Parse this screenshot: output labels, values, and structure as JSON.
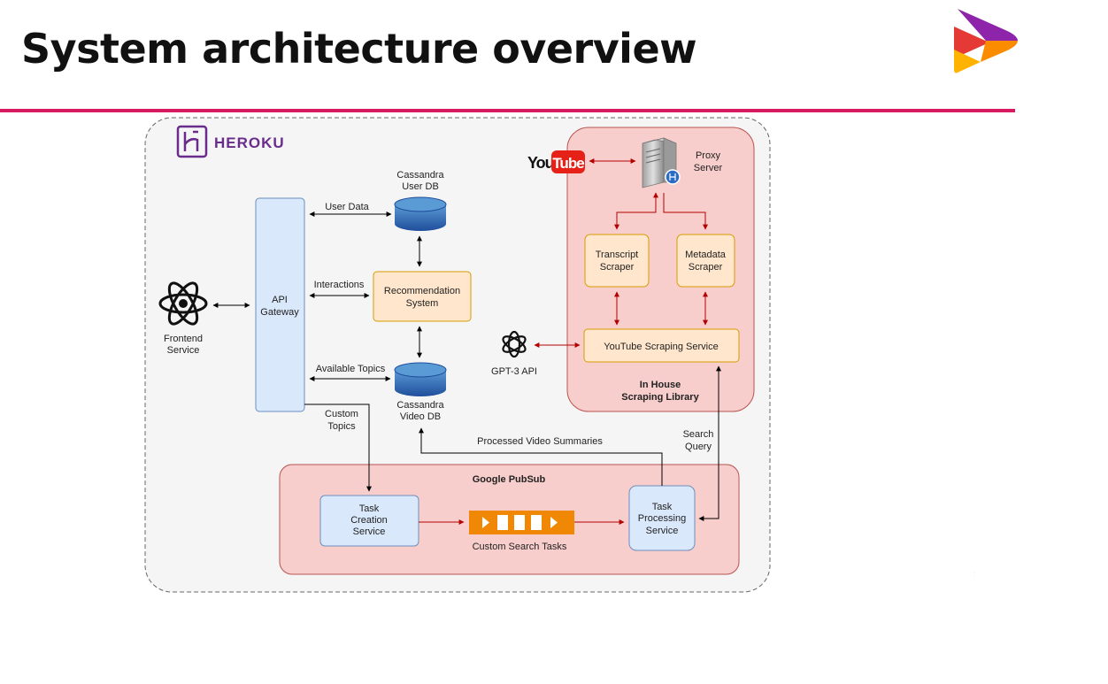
{
  "slide": {
    "title": "System architecture overview"
  },
  "colors": {
    "accent_rule": "#d81b60",
    "heroku_purple": "#6a2c8c",
    "blue_box_fill": "#dae8fc",
    "blue_box_stroke": "#6c8ebf",
    "orange_box_fill": "#ffe6cc",
    "orange_box_stroke": "#d79b00",
    "red_region_fill": "#f8cecc",
    "red_region_stroke": "#b85450",
    "red_arrow": "#b20000",
    "youtube_red": "#e62117",
    "queue_orange": "#f08705"
  },
  "icons": {
    "logo": "play-triangle-logo-icon",
    "heroku": "heroku-logo-icon",
    "frontend": "react-atom-icon",
    "gpt": "openai-knot-icon",
    "proxy": "server-icon",
    "db": "cylinder-database-icon",
    "queue": "message-queue-icon"
  },
  "heroku": {
    "label": "HEROKU"
  },
  "nodes": {
    "frontend": {
      "line1": "Frontend",
      "line2": "Service"
    },
    "api_gateway": {
      "line1": "API",
      "line2": "Gateway"
    },
    "user_db": {
      "line1": "Cassandra",
      "line2": "User DB"
    },
    "recommendation": {
      "line1": "Recommendation",
      "line2": "System"
    },
    "video_db": {
      "line1": "Cassandra",
      "line2": "Video DB"
    },
    "youtube": {
      "you": "You",
      "tube": "Tube"
    },
    "proxy": {
      "line1": "Proxy",
      "line2": "Server"
    },
    "transcript_scraper": {
      "line1": "Transcript",
      "line2": "Scraper"
    },
    "metadata_scraper": {
      "line1": "Metadata",
      "line2": "Scraper"
    },
    "youtube_scraping_service": {
      "label": "YouTube Scraping Service"
    },
    "gpt3": {
      "label": "GPT-3 API"
    },
    "task_creation": {
      "line1": "Task",
      "line2": "Creation",
      "line3": "Service"
    },
    "task_processing": {
      "line1": "Task",
      "line2": "Processing",
      "line3": "Service"
    },
    "queue": {
      "label": "Custom Search Tasks"
    }
  },
  "regions": {
    "scraping_library": {
      "line1": "In House",
      "line2": "Scraping Library"
    },
    "pubsub": {
      "label": "Google PubSub"
    }
  },
  "edges": {
    "user_data": "User Data",
    "interactions": "Interactions",
    "available_topics": "Available Topics",
    "custom_topics_1": "Custom",
    "custom_topics_2": "Topics",
    "processed_summaries": "Processed Video Summaries",
    "search_query_1": "Search",
    "search_query_2": "Query"
  }
}
